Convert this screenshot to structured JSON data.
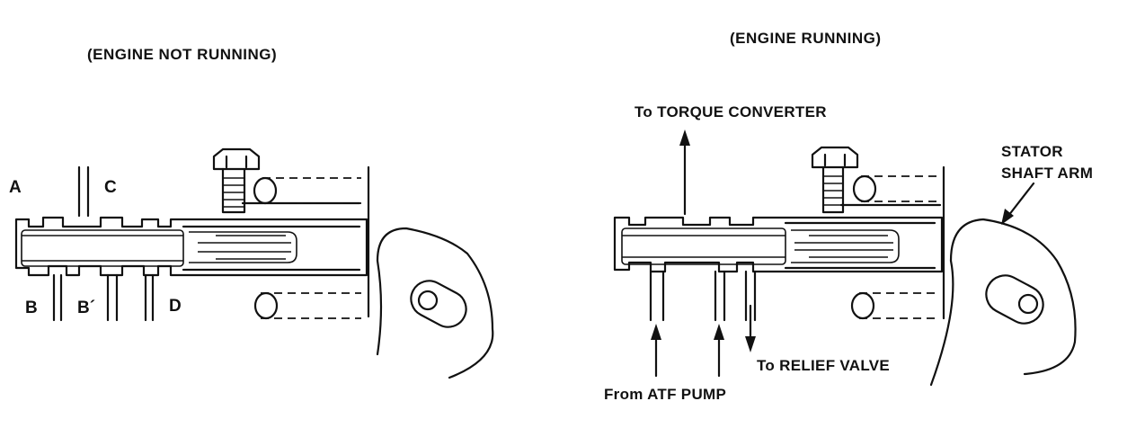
{
  "left_panel": {
    "title": "(ENGINE NOT RUNNING)",
    "labels": {
      "a": "A",
      "b": "B",
      "b_prime": "B´",
      "c": "C",
      "d": "D"
    }
  },
  "right_panel": {
    "title": "(ENGINE RUNNING)",
    "labels": {
      "to_torque_converter": "To TORQUE CONVERTER",
      "stator_line1": "STATOR",
      "stator_line2": "SHAFT ARM",
      "to_relief_valve": "To RELIEF VALVE",
      "from_atf_pump": "From ATF PUMP"
    }
  }
}
